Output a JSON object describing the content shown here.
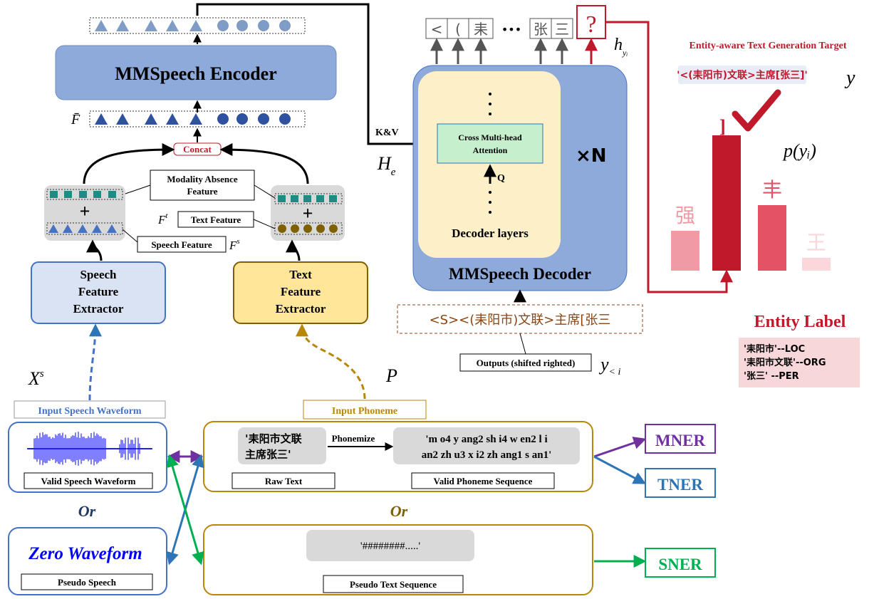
{
  "encoder": {
    "title": "MMSpeech Encoder",
    "f_bar": "F̄",
    "concat": "Concat"
  },
  "features": {
    "modality_absence": [
      "Modality Absence",
      "Feature"
    ],
    "text_feature": "Text Feature",
    "speech_feature": "Speech Feature",
    "ft_symbol": "F",
    "ft_sup": "t",
    "fs_symbol": "F",
    "fs_sup": "s"
  },
  "extractors": {
    "speech": [
      "Speech",
      "Feature",
      "Extractor"
    ],
    "text": [
      "Text",
      "Feature",
      "Extractor"
    ]
  },
  "decoder": {
    "title": "MMSpeech Decoder",
    "layers": "Decoder layers",
    "cross_attention": [
      "Cross Multi-head",
      "Attention"
    ],
    "kv": "K&V",
    "q": "Q",
    "times_n": "×N",
    "he": "H",
    "he_sub": "e",
    "h_y": "h",
    "h_y_sub": "yᵢ",
    "input_tokens": "<S><(耒阳市)文联>主席[张三",
    "shifted_label": "Outputs (shifted righted)",
    "y_less": "y",
    "y_less_sub": "< i"
  },
  "output_tokens": [
    "<",
    "(",
    "耒",
    "•••",
    "张",
    "三",
    "?"
  ],
  "target": {
    "title": "Entity-aware Text Generation Target",
    "text": "'<(耒阳市)文联>主席[张三]'",
    "y": "y",
    "p_yi": "p(yᵢ)",
    "check_symbol": "]"
  },
  "probs": {
    "chars": [
      "强",
      "]",
      "丰",
      "王"
    ],
    "values": [
      0.28,
      0.95,
      0.46,
      0.09
    ],
    "colors": [
      "#ef9aa4",
      "#c0192b",
      "#e35265",
      "#fbd6da"
    ]
  },
  "entity_label": {
    "title": "Entity Label",
    "lines": [
      "'耒阳市'--LOC",
      "'耒阳市文联'--ORG",
      "'张三' --PER"
    ]
  },
  "inputs": {
    "xs": "X",
    "xs_sup": "s",
    "p": "P",
    "speech_waveform_label": "Input Speech Waveform",
    "phoneme_label": "Input Phoneme",
    "valid_waveform": "Valid Speech Waveform",
    "raw_text": [
      "'耒阳市文联",
      "主席张三'"
    ],
    "phonemize": "Phonemize",
    "phoneme_seq": [
      "'m o4 y ang2 sh i4 w en2 l i",
      "an2 zh u3 x i2 zh ang1 s an1'"
    ],
    "raw_text_label": "Raw Text",
    "valid_phoneme_label": "Valid Phoneme Sequence",
    "or_left": "Or",
    "or_right": "Or",
    "zero_waveform": "Zero Waveform",
    "pseudo_speech": "Pseudo Speech",
    "pseudo_text": "'########.....'",
    "pseudo_text_label": "Pseudo Text Sequence"
  },
  "tasks": {
    "mner": "MNER",
    "tner": "TNER",
    "sner": "SNER"
  },
  "colors": {
    "encoder": "#8eaadb",
    "decoder": "#8eaadb",
    "decoder_inner": "#fdefc8",
    "speech_extractor": "#dae3f3",
    "text_extractor": "#ffe699",
    "red": "#c0192b",
    "purple": "#7030a0",
    "blue": "#2e75b6",
    "green": "#00b050",
    "gold": "#b8860b"
  }
}
